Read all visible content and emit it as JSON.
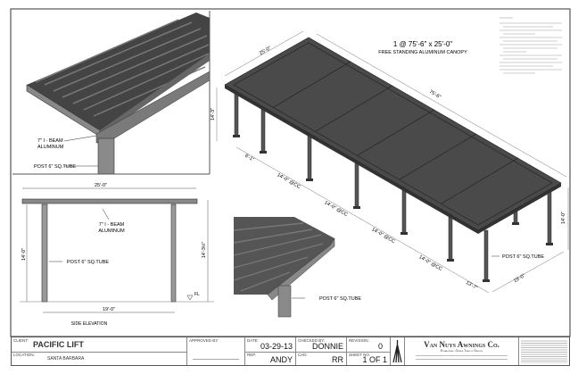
{
  "drawing": {
    "title": "1 @ 75'-6\" x 25'-0\"",
    "subtitle": "FREE STANDING ALUMINUM CANOPY",
    "dims": {
      "width": "25'-0\"",
      "length": "75'-6\"",
      "height_left": "14'-3\"",
      "height_right": "14'-0\"",
      "first_bay": "6'-1\"",
      "bay1": "14'-0\" @CC",
      "bay2": "14'-0\" @CC",
      "bay3": "14'-0\" @CC",
      "bay4": "14'-0\" @CC",
      "last_bay": "13'-7\"",
      "post_span": "19'-0\""
    },
    "labels": {
      "post_main": "POST 6\" SQ.TUBE",
      "post_detail": "POST 6\" SQ.TUBE",
      "beam_detail": "7\" I - BEAM\nALUMINUM",
      "beam_detail_l1": "7\" I - BEAM",
      "beam_detail_l2": "ALUMINUM",
      "post_detail_top": "POST 6\" SQ.TUBE"
    },
    "side_elevation": {
      "title": "SIDE ELEVATION",
      "width": "25'-0\"",
      "post_span": "19'-0\"",
      "height_left": "14'-0\"",
      "height_right": "14'-3½\"",
      "beam_l1": "7\" I - BEAM",
      "beam_l2": "ALUMINUM",
      "post": "POST 6\" SQ.TUBE",
      "floor": "FL"
    }
  },
  "title_block": {
    "client_label": "CLIENT:",
    "client": "PACIFIC LIFT",
    "location_label": "LOCATION:",
    "location": "SANTA BARBARA",
    "approved_label": "APPROVED BY:",
    "date_label": "DATE:",
    "date": "03-29-13",
    "rep_label": "REP.",
    "rep": "ANDY",
    "checked_label": "CHECKED BY:",
    "checked": "DONNIE",
    "cad_label": "CAD:",
    "cad": "RR",
    "revision_label": "REVISION:",
    "revision": "0",
    "sheet_label": "SHEET NO.",
    "sheet": "1 OF 1",
    "company": "Van Nuys Awnings Co.",
    "company_tagline": "Established, Owner Team of Service"
  },
  "colors": {
    "roof": "#4a4a4a",
    "post": "#555555",
    "line": "#333333"
  }
}
